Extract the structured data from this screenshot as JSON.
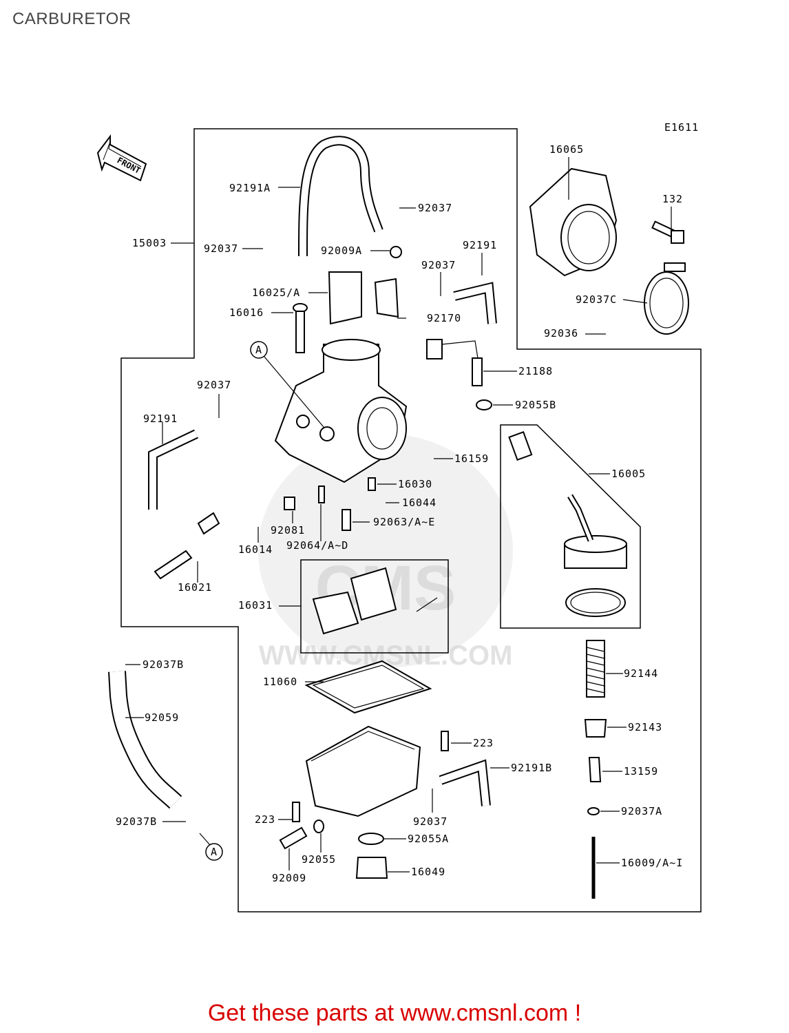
{
  "title": "CARBURETOR",
  "figure_code": "E1611",
  "front_label": "FRONT",
  "footer": "Get these parts at www.cmsnl.com !",
  "watermark": {
    "brand": "CMS",
    "url": "WWW.CMSNL.COM"
  },
  "callout_letter": "A",
  "part_labels": {
    "p16065": "16065",
    "p132": "132",
    "p92037C": "92037C",
    "p92036": "92036",
    "p92191A": "92191A",
    "p92037_top_right": "92037",
    "p15003": "15003",
    "p92037_top_left": "92037",
    "p92009A": "92009A",
    "p92191_top": "92191",
    "p92037_mid": "92037",
    "p16025A": "16025/A",
    "p16016": "16016",
    "p92170": "92170",
    "p21188": "21188",
    "p92037_left": "92037",
    "p92055B": "92055B",
    "p92191_left": "92191",
    "p16159": "16159",
    "p16005": "16005",
    "p16030": "16030",
    "p16044": "16044",
    "p92063": "92063/A~E",
    "p92081": "92081",
    "p16014": "16014",
    "p92064": "92064/A~D",
    "p16021": "16021",
    "p16031": "16031",
    "p92037B_top": "92037B",
    "p92144": "92144",
    "p11060": "11060",
    "p92059": "92059",
    "p92143": "92143",
    "p223_right": "223",
    "p92191B": "92191B",
    "p13159": "13159",
    "p92037_bottom": "92037",
    "p92037A": "92037A",
    "p223_left": "223",
    "p92037B_bottom": "92037B",
    "p92055A": "92055A",
    "p92055": "92055",
    "p16009": "16009/A~I",
    "p16049": "16049",
    "p92009": "92009"
  }
}
